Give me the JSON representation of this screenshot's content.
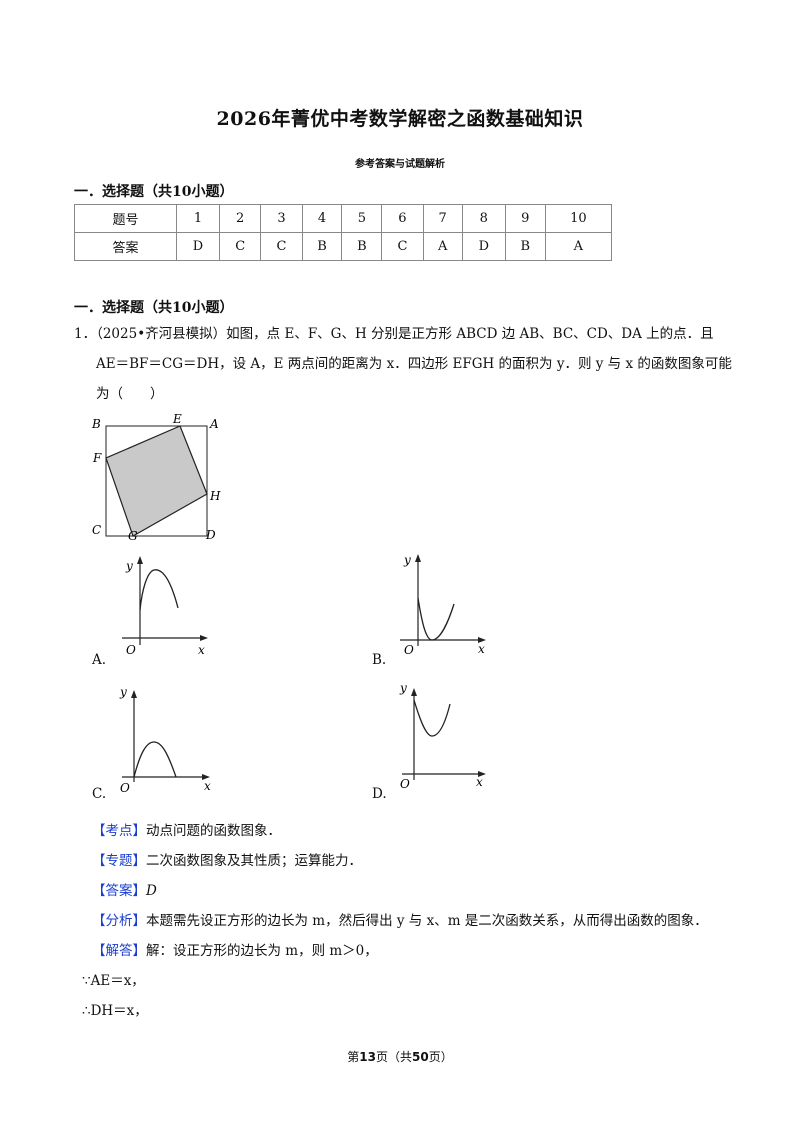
{
  "title": "2026年菁优中考数学解密之函数基础知识",
  "subtitle": "参考答案与试题解析",
  "section1": "一．选择题（共10小题）",
  "answer_table": {
    "header_label": "题号",
    "answer_label": "答案",
    "numbers": [
      "1",
      "2",
      "3",
      "4",
      "5",
      "6",
      "7",
      "8",
      "9",
      "10"
    ],
    "answers": [
      "D",
      "C",
      "C",
      "B",
      "B",
      "C",
      "A",
      "D",
      "B",
      "A"
    ]
  },
  "section2": "一．选择题（共10小题）",
  "question": {
    "number": "1．",
    "source": "（2025•齐河县模拟）",
    "line1": "如图，点 E、F、G、H 分别是正方形 ABCD 边 AB、BC、CD、DA 上的点．且",
    "line2": "AE＝BF＝CG＝DH，设 A，E 两点间的距离为 x．四边形 EFGH 的面积为 y．则 y 与 x 的函数图象可能",
    "line3": "为（　　）"
  },
  "figure_labels": {
    "B": "B",
    "E": "E",
    "A": "A",
    "F": "F",
    "H": "H",
    "C": "C",
    "G": "G",
    "D": "D"
  },
  "option_labels": [
    "A.",
    "B.",
    "C.",
    "D."
  ],
  "graph_axis": {
    "y": "y",
    "x": "x",
    "origin": "O"
  },
  "analysis": {
    "kaodian_tag": "【考点】",
    "kaodian": "动点问题的函数图象．",
    "zhuanti_tag": "【专题】",
    "zhuanti": "二次函数图象及其性质；运算能力．",
    "daan_tag": "【答案】",
    "daan": "D",
    "fenxi_tag": "【分析】",
    "fenxi": "本题需先设正方形的边长为 m，然后得出 y 与 x、m 是二次函数关系，从而得出函数的图象．",
    "jieda_tag": "【解答】",
    "jieda": "解：设正方形的边长为 m，则 m＞0，",
    "step1": "∵AE＝x，",
    "step2": "∴DH＝x，"
  },
  "footer": {
    "pre": "第",
    "page": "13",
    "mid": "页（共",
    "total": "50",
    "post": "页）"
  }
}
